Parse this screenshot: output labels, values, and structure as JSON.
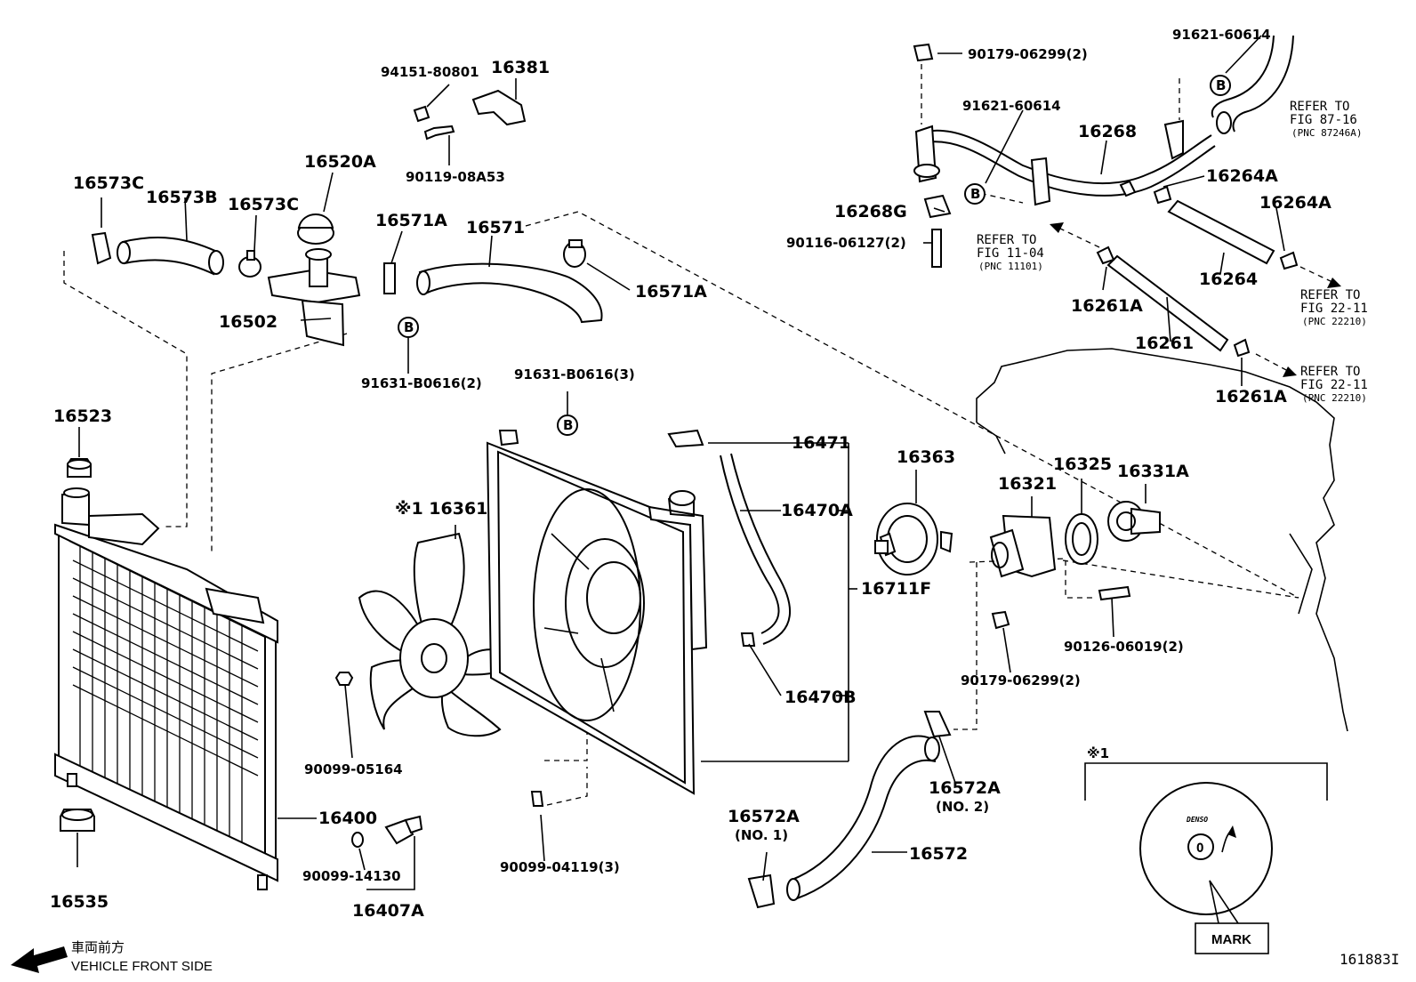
{
  "diagram_id": "161883I",
  "direction": {
    "jp": "車両前方",
    "en": "VEHICLE FRONT SIDE"
  },
  "callouts": {
    "c_16573C_a": "16573C",
    "c_16573B": "16573B",
    "c_16573C_b": "16573C",
    "c_16520A": "16520A",
    "c_16571A_a": "16571A",
    "c_16571": "16571",
    "c_16571A_b": "16571A",
    "c_16502": "16502",
    "c_91631_B0616_2": "91631-B0616(2)",
    "c_94151": "94151-80801",
    "c_16381": "16381",
    "c_90119": "90119-08A53",
    "c_90179_a": "90179-06299(2)",
    "c_91621_a": "91621-60614",
    "c_91621_b": "91621-60614",
    "c_16268": "16268",
    "c_16264A_a": "16264A",
    "c_16264A_b": "16264A",
    "c_16268G": "16268G",
    "c_90116": "90116-06127(2)",
    "c_16264": "16264",
    "c_16261A_a": "16261A",
    "c_16261": "16261",
    "c_16261A_b": "16261A",
    "c_16523": "16523",
    "c_91631_B0616_3": "91631-B0616(3)",
    "c_16471": "16471",
    "c_16363": "16363",
    "c_16325": "16325",
    "c_16321": "16321",
    "c_16331A": "16331A",
    "c_16361": "※1 16361",
    "c_16470A": "16470A",
    "c_16711F": "16711F",
    "c_90126": "90126-06019(2)",
    "c_90179_b": "90179-06299(2)",
    "c_16470B": "16470B",
    "c_90099_05164": "90099-05164",
    "c_16400": "16400",
    "c_16572A_2": "16572A",
    "c_no2": "(NO. 2)",
    "c_16572A_1": "16572A",
    "c_no1": "(NO. 1)",
    "c_16572": "16572",
    "c_16535": "16535",
    "c_90099_14130": "90099-14130",
    "c_16407A": "16407A",
    "c_90099_04119": "90099-04119(3)",
    "c_b1": "B",
    "c_b2": "B",
    "c_b3": "B",
    "c_b4": "B"
  },
  "references": [
    {
      "line1": "REFER TO",
      "line2": "FIG 87-16",
      "line3": "(PNC 87246A)"
    },
    {
      "line1": "REFER TO",
      "line2": "FIG 11-04",
      "line3": "(PNC 11101)"
    },
    {
      "line1": "REFER TO",
      "line2": "FIG 22-11",
      "line3": "(PNC 22210)"
    },
    {
      "line1": "REFER TO",
      "line2": "FIG 22-11",
      "line3": "(PNC 22210)"
    }
  ],
  "note_box": {
    "marker": "※1",
    "brand": "DENSO",
    "center_mark": "O",
    "mark_label": "MARK"
  }
}
